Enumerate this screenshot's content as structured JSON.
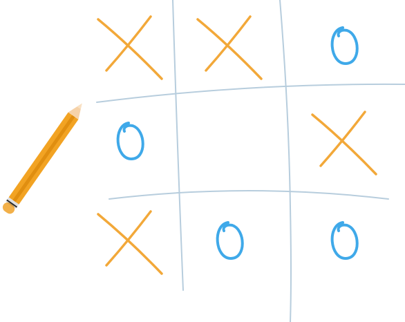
{
  "game": {
    "type": "tic-tac-toe",
    "rows": 3,
    "cols": 3,
    "board": [
      [
        "X",
        "X",
        "O"
      ],
      [
        "O",
        "",
        "X"
      ],
      [
        "X",
        "O",
        "O"
      ]
    ]
  },
  "colors": {
    "background": "#ffffff",
    "grid": "#b7cddd",
    "x_mark": "#f2a839",
    "o_mark": "#3fa9e9",
    "pencil_body": "#f2a323",
    "pencil_stripe": "#e08e10",
    "pencil_wood": "#f6d2a8",
    "pencil_tip": "#f9e1c4",
    "pencil_eraser": "#f2b049",
    "pencil_ferrule": "#2b2b2b"
  },
  "icons": {
    "pencil": "pencil-icon",
    "x_mark": "x-mark-icon",
    "o_mark": "o-mark-icon"
  }
}
